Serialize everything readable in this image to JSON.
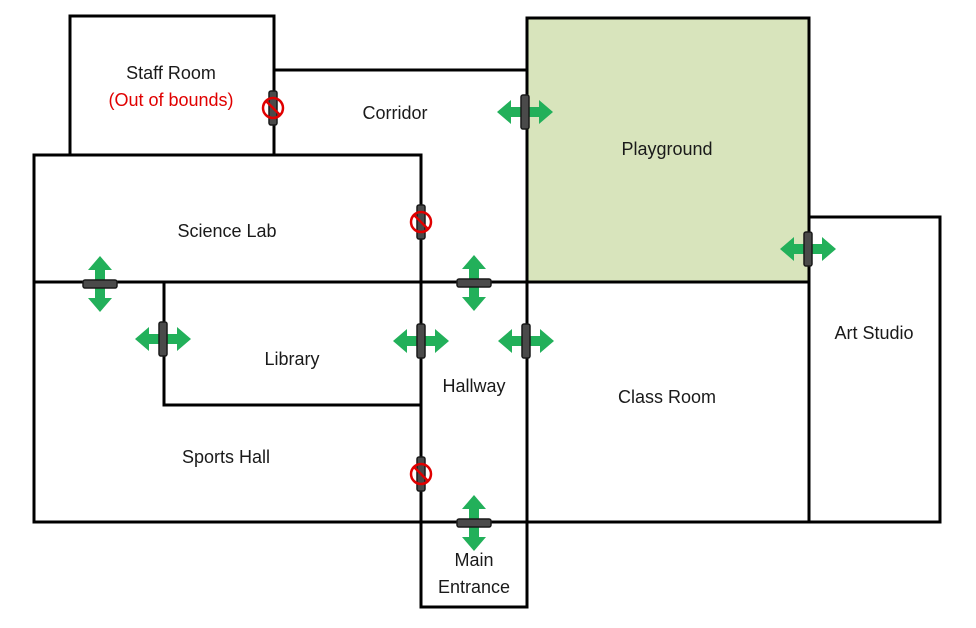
{
  "rooms": {
    "staff_room": {
      "label": "Staff Room",
      "note": "(Out of bounds)"
    },
    "corridor": {
      "label": "Corridor"
    },
    "playground": {
      "label": "Playground"
    },
    "science_lab": {
      "label": "Science Lab"
    },
    "library": {
      "label": "Library"
    },
    "hallway": {
      "label": "Hallway"
    },
    "class_room": {
      "label": "Class Room"
    },
    "art_studio": {
      "label": "Art Studio"
    },
    "sports_hall": {
      "label": "Sports Hall"
    },
    "main_entrance": {
      "label_line1": "Main",
      "label_line2": "Entrance"
    }
  },
  "colors": {
    "playground_fill": "#d8e4bc",
    "open_door_arrow": "#22b05a",
    "blocked_door": "#e00000",
    "wall": "#000000"
  },
  "door_types": [
    "open",
    "blocked"
  ]
}
